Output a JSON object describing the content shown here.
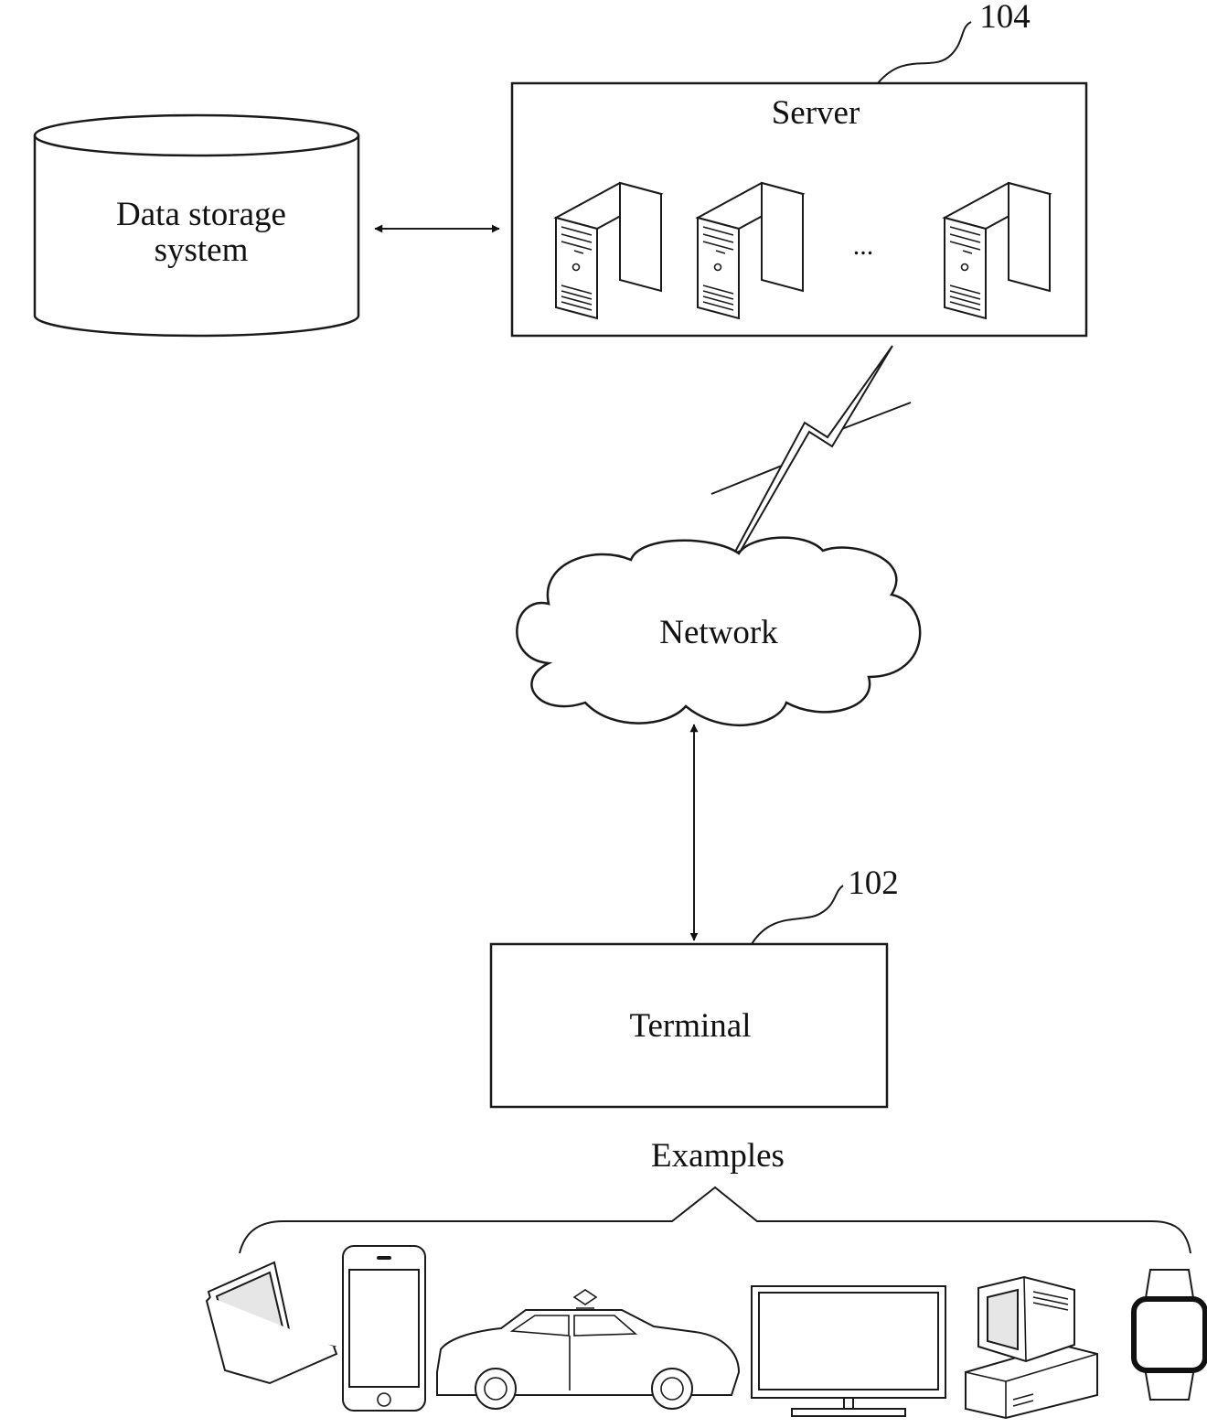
{
  "storage": {
    "label_line1": "Data storage",
    "label_line2": "system"
  },
  "server": {
    "label": "Server",
    "ref": "104",
    "ellipsis": "..."
  },
  "network": {
    "label": "Network"
  },
  "terminal": {
    "label": "Terminal",
    "ref": "102"
  },
  "examples": {
    "label": "Examples"
  },
  "icons": {
    "server_units": [
      "server-tower-icon",
      "server-tower-icon",
      "server-tower-icon"
    ],
    "devices": [
      "laptop-icon",
      "smartphone-icon",
      "car-icon",
      "monitor-icon",
      "desktop-computer-icon",
      "smartwatch-icon"
    ]
  }
}
